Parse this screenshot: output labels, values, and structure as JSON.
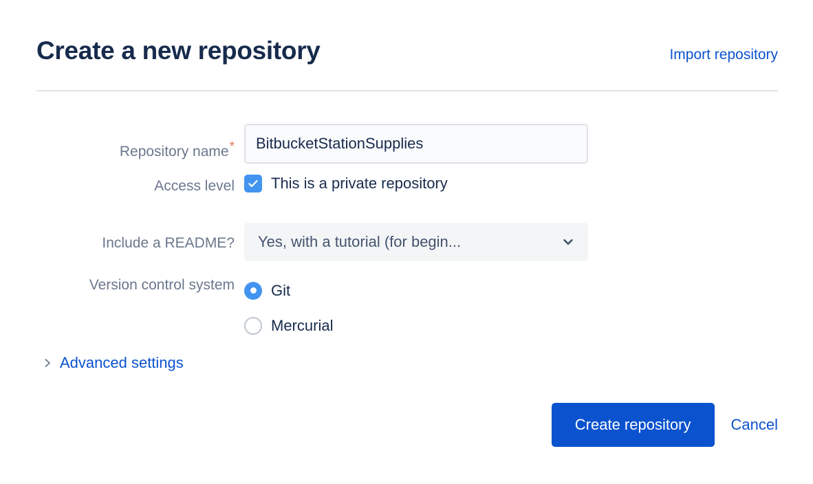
{
  "header": {
    "title": "Create a new repository",
    "import_link": "Import repository"
  },
  "form": {
    "repository_name": {
      "label": "Repository name",
      "required_marker": "*",
      "value": "BitbucketStationSupplies",
      "placeholder": ""
    },
    "access_level": {
      "label": "Access level",
      "checkbox_label": "This is a private repository",
      "checked": true
    },
    "readme": {
      "label": "Include a README?",
      "selected": "Yes, with a tutorial (for begin...",
      "chevron": "chevron-down-icon"
    },
    "version_control": {
      "label": "Version control system",
      "options": [
        {
          "label": "Git",
          "selected": true
        },
        {
          "label": "Mercurial",
          "selected": false
        }
      ]
    },
    "advanced_settings": {
      "label": "Advanced settings",
      "chevron": "chevron-right-icon",
      "expanded": false
    }
  },
  "actions": {
    "submit_label": "Create repository",
    "cancel_label": "Cancel"
  },
  "colors": {
    "primary_blue": "#0B52CE",
    "control_blue": "#4294F0",
    "link_blue": "#0B52CE",
    "title_navy": "#172B4D",
    "label_gray": "#6B778C",
    "required_red": "#E8715A",
    "divider_gray": "#DFE1E6",
    "select_bg": "#F4F5F7"
  }
}
